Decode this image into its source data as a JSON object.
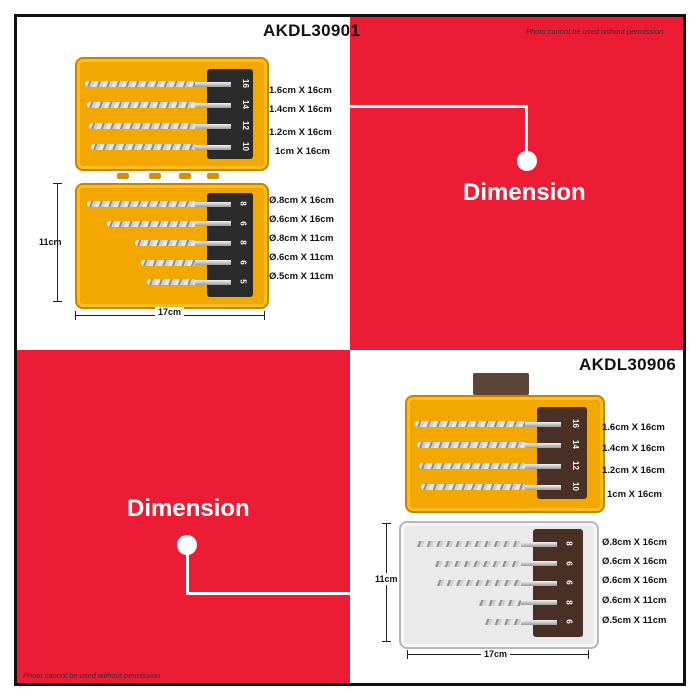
{
  "top": {
    "model": "AKDL30901",
    "permission": "Photo cannot be used without permission",
    "dimension_label": "Dimension",
    "width": "17cm",
    "height": "11cm",
    "upper_bits": [
      {
        "size": "1.6cm X 16cm",
        "holder": "16"
      },
      {
        "size": "1.4cm X 16cm",
        "holder": "14"
      },
      {
        "size": "1.2cm X 16cm",
        "holder": "12"
      },
      {
        "size": "1cm X 16cm",
        "holder": "10"
      }
    ],
    "lower_bits": [
      {
        "size": "Ø.8cm X 16cm",
        "holder": "8"
      },
      {
        "size": "Ø.6cm X 16cm",
        "holder": "6"
      },
      {
        "size": "Ø.8cm X 11cm",
        "holder": "8"
      },
      {
        "size": "Ø.6cm X 11cm",
        "holder": "6"
      },
      {
        "size": "Ø.5cm X 11cm",
        "holder": "5"
      }
    ]
  },
  "bottom": {
    "model": "AKDL30906",
    "permission": "Photo cannot be used without permission",
    "dimension_label": "Dimension",
    "width": "17cm",
    "height": "11cm",
    "upper_bits": [
      {
        "size": "1.6cm X 16cm",
        "holder": "16"
      },
      {
        "size": "1.4cm X 16cm",
        "holder": "14"
      },
      {
        "size": "1.2cm X 16cm",
        "holder": "12"
      },
      {
        "size": "1cm X 16cm",
        "holder": "10"
      }
    ],
    "lower_bits": [
      {
        "size": "Ø.8cm X 16cm",
        "holder": "8"
      },
      {
        "size": "Ø.6cm X 16cm",
        "holder": "6"
      },
      {
        "size": "Ø.6cm X 16cm",
        "holder": "6"
      },
      {
        "size": "Ø.6cm X 11cm",
        "holder": "8"
      },
      {
        "size": "Ø.5cm X 11cm",
        "holder": "6"
      }
    ]
  },
  "colors": {
    "red": "#ec1c34",
    "case_yellow": "#f2a800",
    "holder_dark": "#2b2b2b",
    "holder_brown": "#4a2f24"
  }
}
